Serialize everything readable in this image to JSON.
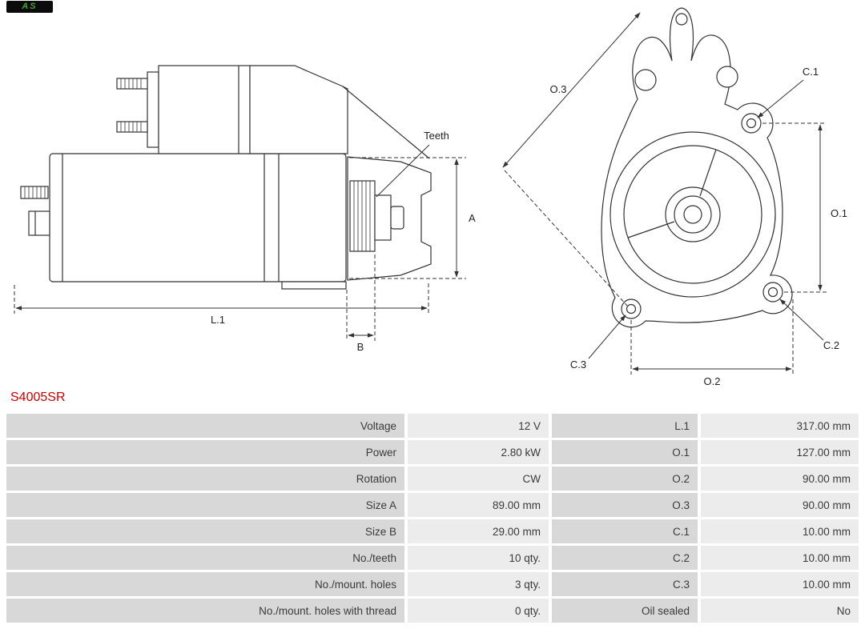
{
  "logo": {
    "brand": "AS"
  },
  "product_code": "S4005SR",
  "diagram": {
    "labels": {
      "teeth": "Teeth",
      "a": "A",
      "b": "B",
      "l1": "L.1",
      "o1": "O.1",
      "o2": "O.2",
      "o3": "O.3",
      "c1": "C.1",
      "c2": "C.2",
      "c3": "C.3"
    }
  },
  "colors": {
    "product_code": "#cc0000",
    "label_cell_bg": "#d8d8d8",
    "value_cell_bg": "#ececec",
    "logo_green": "#44a331",
    "line_color": "#333333"
  },
  "spec_table": {
    "rows": [
      {
        "label1": "Voltage",
        "value1": "12 V",
        "label2": "L.1",
        "value2": "317.00 mm"
      },
      {
        "label1": "Power",
        "value1": "2.80 kW",
        "label2": "O.1",
        "value2": "127.00 mm"
      },
      {
        "label1": "Rotation",
        "value1": "CW",
        "label2": "O.2",
        "value2": "90.00 mm"
      },
      {
        "label1": "Size A",
        "value1": "89.00 mm",
        "label2": "O.3",
        "value2": "90.00 mm"
      },
      {
        "label1": "Size B",
        "value1": "29.00 mm",
        "label2": "C.1",
        "value2": "10.00 mm"
      },
      {
        "label1": "No./teeth",
        "value1": "10 qty.",
        "label2": "C.2",
        "value2": "10.00 mm"
      },
      {
        "label1": "No./mount. holes",
        "value1": "3 qty.",
        "label2": "C.3",
        "value2": "10.00 mm"
      },
      {
        "label1": "No./mount. holes with thread",
        "value1": "0 qty.",
        "label2": "Oil sealed",
        "value2": "No"
      }
    ]
  }
}
